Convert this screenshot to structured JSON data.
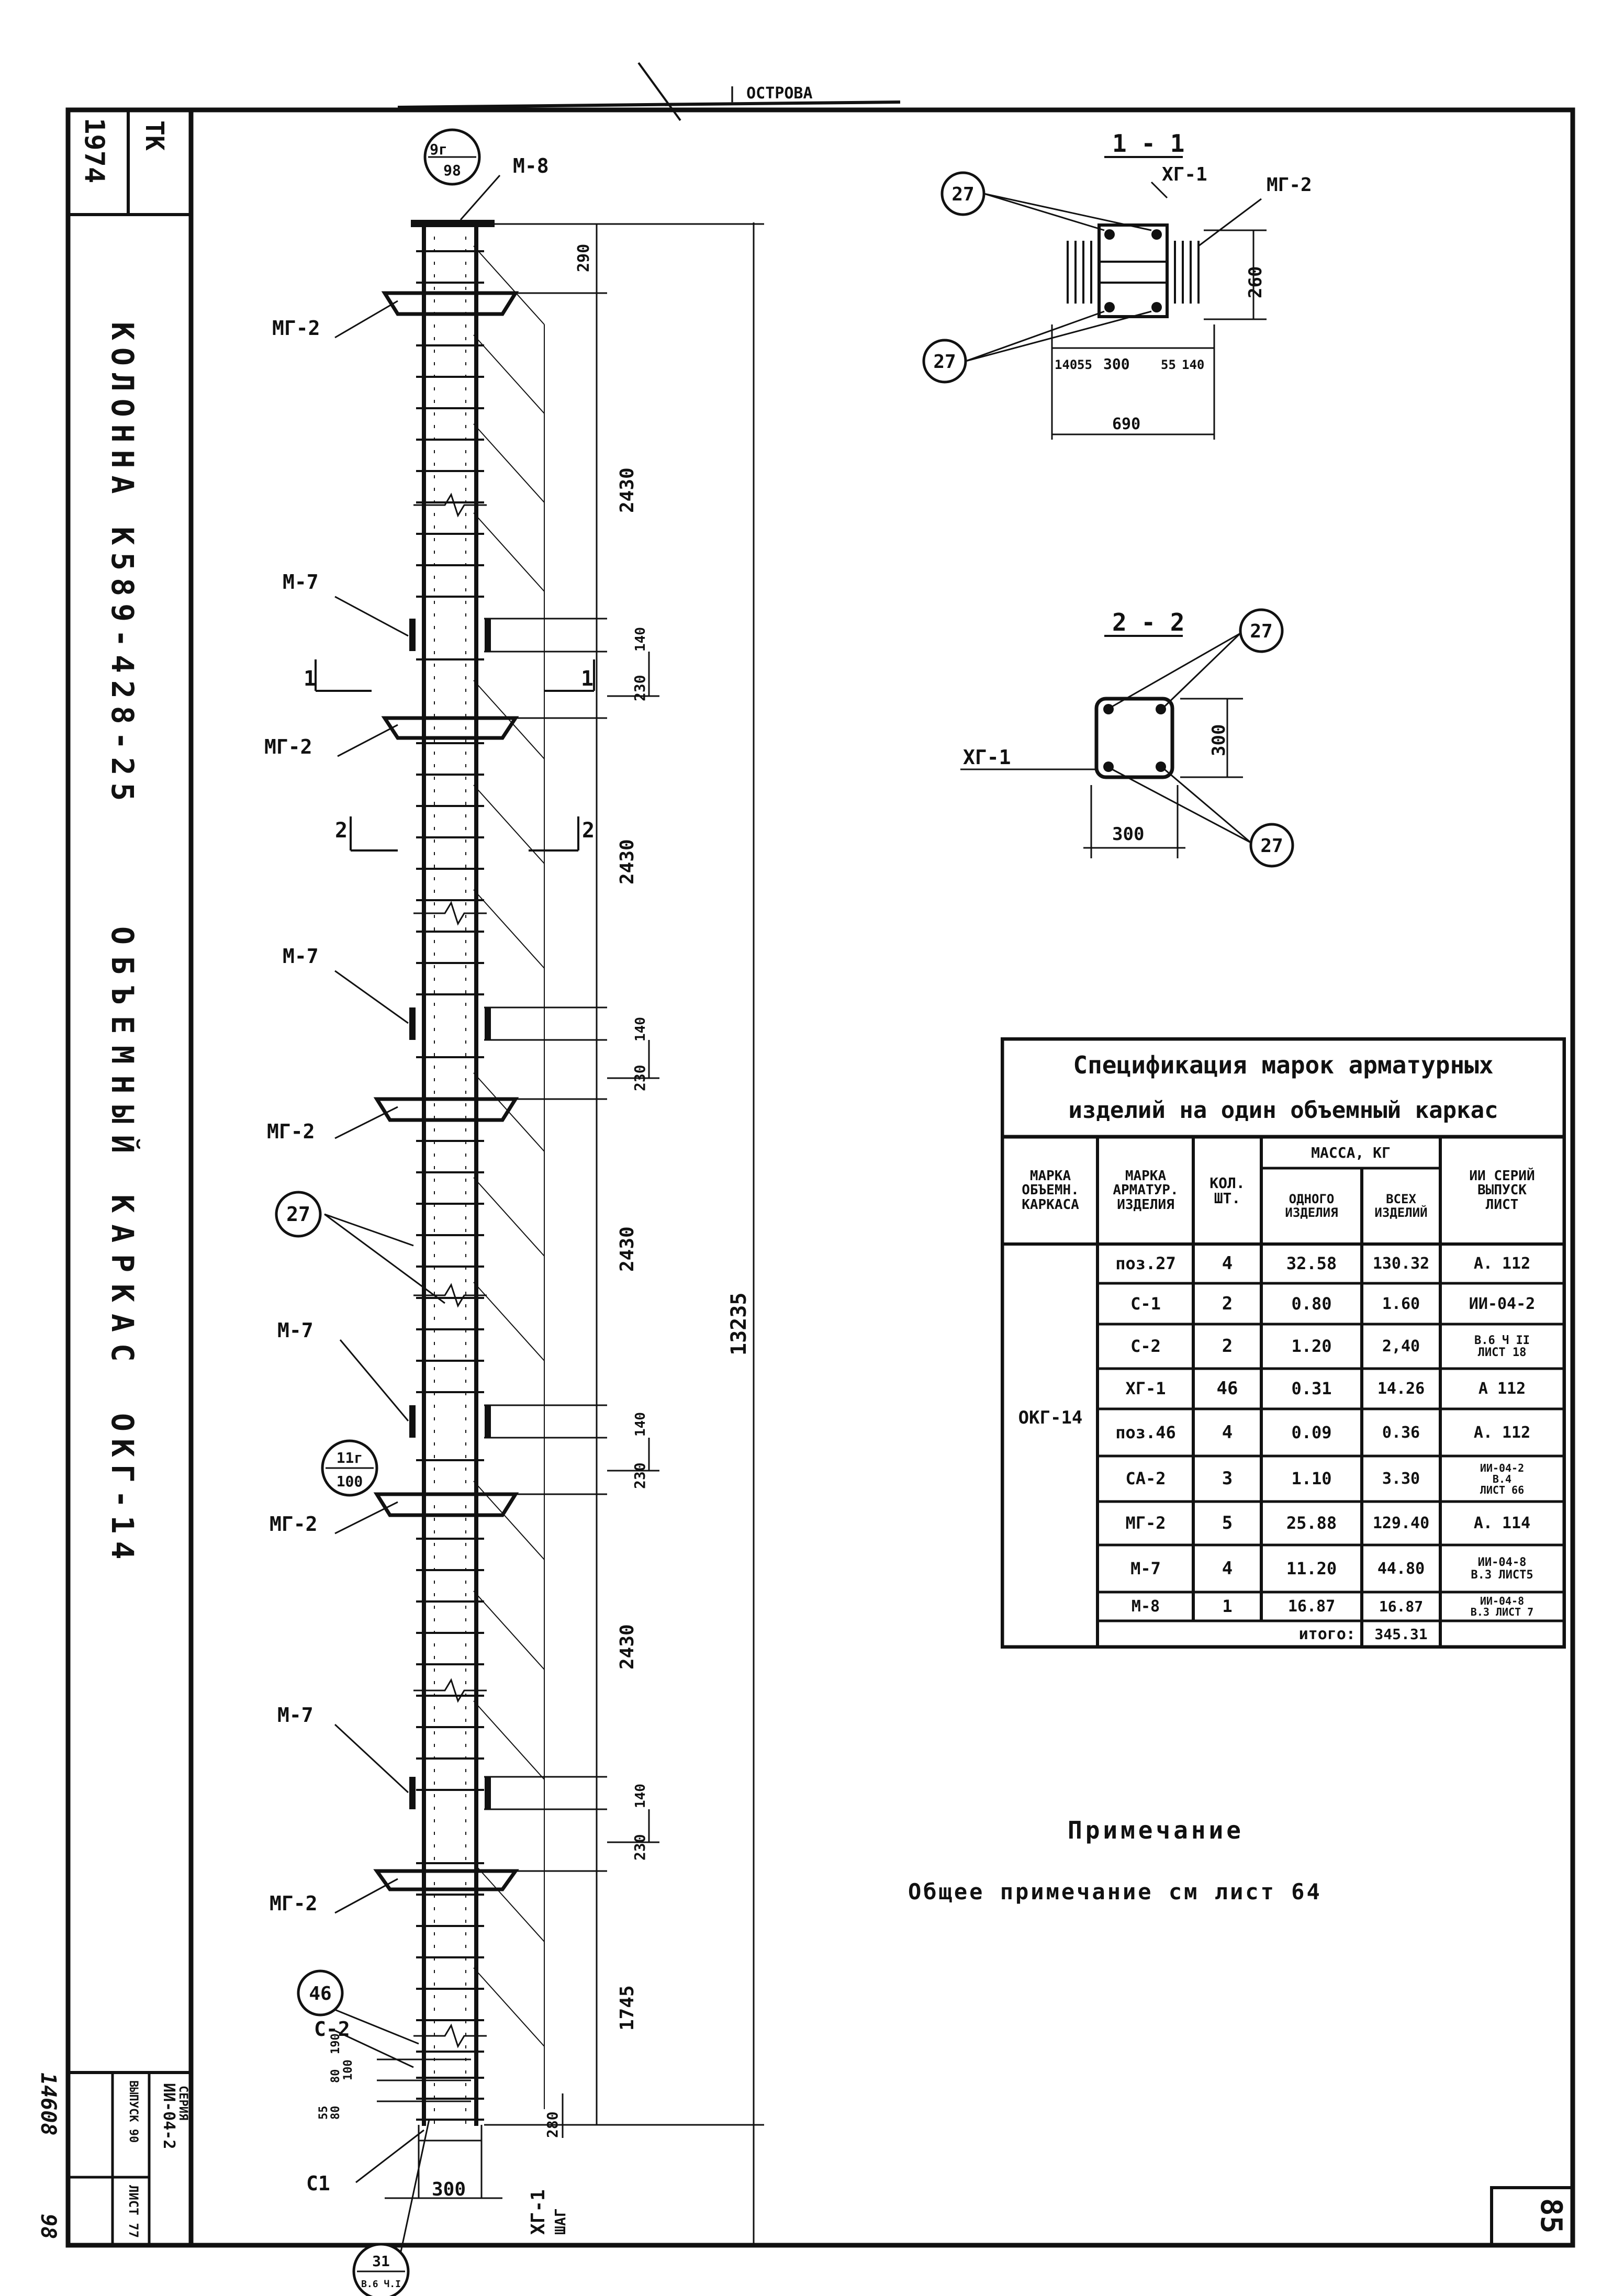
{
  "header_fragment": "| ОСТРОВА",
  "title_block": {
    "code_1974": "1974",
    "code_tk": "TK",
    "title_kolonna": "КОЛОННА К589-428-25",
    "title_karkas": "ОБЪЕМНЫЙ КАРКАС",
    "title_okg": "ОКГ-14",
    "stamp_series": "ИИ-04-2",
    "stamp_vypusk": "ВЫПУСК 90",
    "stamp_list": "ЛИСТ 77",
    "stamp_serii": "СЕРИЯ",
    "stamp_side_num": "98",
    "stamp_inv": "14608"
  },
  "page_number": "85",
  "elevation": {
    "labels": {
      "m8": "М-8",
      "mg2": "МГ-2",
      "m7": "М-7",
      "c2": "С-2",
      "c1": "С1",
      "xg1": "ХГ-1",
      "shag": "ШАГ",
      "section1": "1",
      "section2": "2"
    },
    "callouts": {
      "top_num": "9г",
      "top_den": "98",
      "mid_num": "11г",
      "mid_den": "100",
      "bot_num": "31",
      "bot_den": "В.6 Ч.I",
      "pos27": "27",
      "pos46": "46"
    },
    "dims": {
      "d290": "290",
      "d2430a": "2430",
      "d140": "140",
      "d230": "230",
      "d2430": "2430",
      "d1745": "1745",
      "d280": "280",
      "d13235": "13235",
      "d300": "300",
      "b190": "190",
      "b80a": "80",
      "b100": "100",
      "b55": "55",
      "b80b": "80"
    }
  },
  "section_1_1": {
    "title": "1 - 1",
    "xg1": "ХГ-1",
    "mg2": "МГ-2",
    "pos27": "27",
    "d260": "260",
    "d140": "140",
    "d55": "55",
    "d300": "300",
    "d690": "690"
  },
  "section_2_2": {
    "title": "2 - 2",
    "xg1": "ХГ-1",
    "pos27": "27",
    "d300a": "300",
    "d300b": "300"
  },
  "spec": {
    "title_line1": "Спецификация марок арматурных",
    "title_line2": "изделий на один объемный каркас",
    "head": {
      "col1": "МАРКА\nОБЪЕМН.\nКАРКАСА",
      "col2": "МАРКА\nАРМАТУР.\nИЗДЕЛИЯ",
      "col3": "КОЛ.\nШТ.",
      "mass": "МАССА, КГ",
      "col4": "ОДНОГО\nИЗДЕЛИЯ",
      "col5": "ВСЕХ\nИЗДЕЛИЙ",
      "col6": "ИИ СЕРИЙ\nВЫПУСК\nЛИСТ"
    },
    "frame_mark": "ОКГ-14",
    "rows": [
      {
        "mark": "поз.27",
        "qty": "4",
        "one": "32.58",
        "all": "130.32",
        "ref": "А. 112"
      },
      {
        "mark": "С-1",
        "qty": "2",
        "one": "0.80",
        "all": "1.60",
        "ref": "ИИ-04-2"
      },
      {
        "mark": "С-2",
        "qty": "2",
        "one": "1.20",
        "all": "2,40",
        "ref": "В.6 Ч II\nЛИСТ 18"
      },
      {
        "mark": "ХГ-1",
        "qty": "46",
        "one": "0.31",
        "all": "14.26",
        "ref": "А 112"
      },
      {
        "mark": "поз.46",
        "qty": "4",
        "one": "0.09",
        "all": "0.36",
        "ref": "А. 112"
      },
      {
        "mark": "СА-2",
        "qty": "3",
        "one": "1.10",
        "all": "3.30",
        "ref": "ИИ-04-2\nВ.4\nЛИСТ 66"
      },
      {
        "mark": "МГ-2",
        "qty": "5",
        "one": "25.88",
        "all": "129.40",
        "ref": "А. 114"
      },
      {
        "mark": "М-7",
        "qty": "4",
        "one": "11.20",
        "all": "44.80",
        "ref": "ИИ-04-8\nВ.3 ЛИСТ5"
      },
      {
        "mark": "М-8",
        "qty": "1",
        "one": "16.87",
        "all": "16.87",
        "ref": "ИИ-04-8\nВ.3 ЛИСТ 7"
      }
    ],
    "total_label": "итого:",
    "total_value": "345.31"
  },
  "note": {
    "title": "Примечание",
    "text": "Общее примечание см лист 64"
  }
}
